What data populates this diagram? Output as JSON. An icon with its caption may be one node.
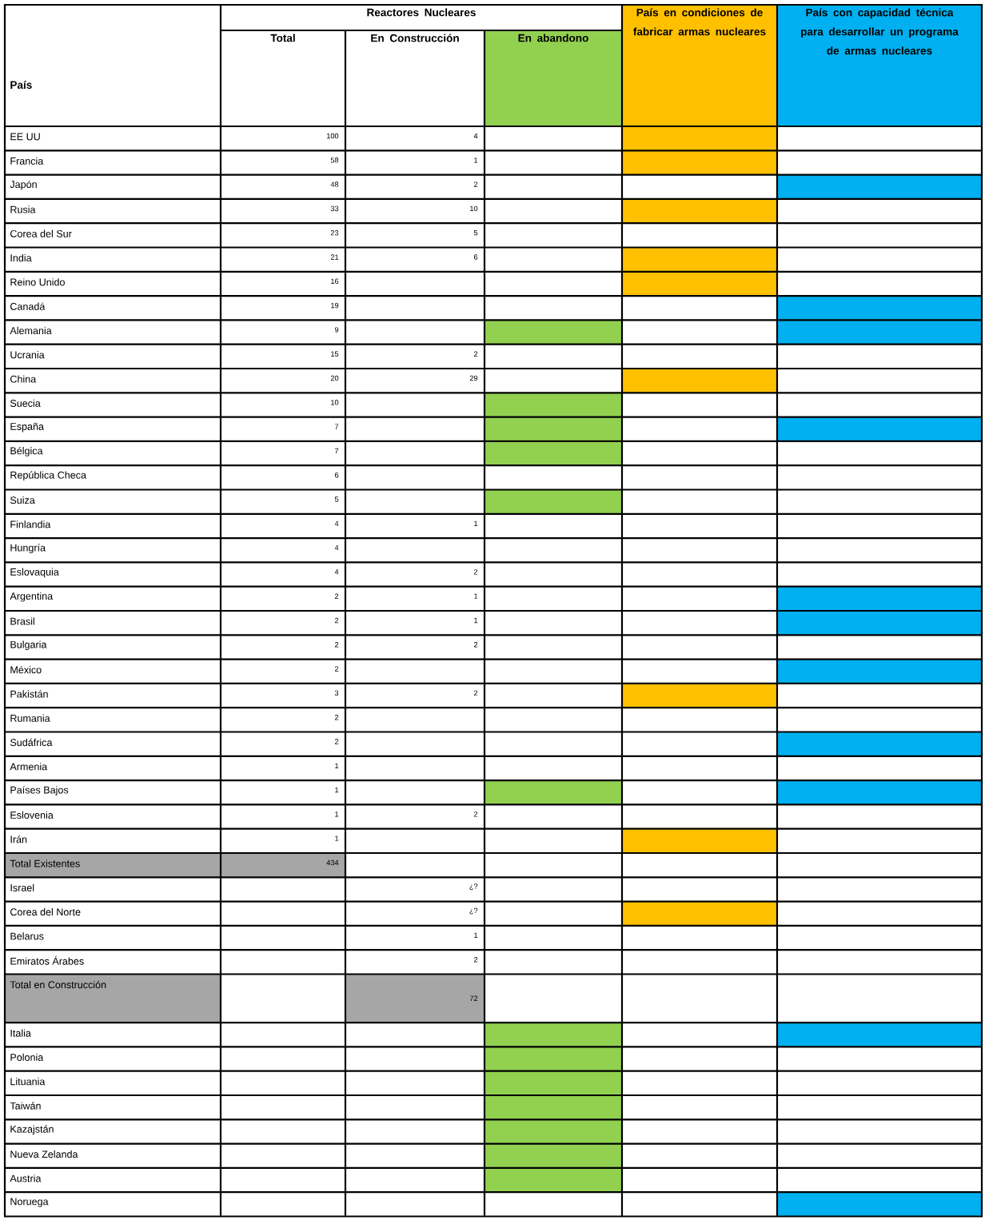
{
  "diagram": {
    "labels": [
      "Reactores Nucleares",
      "País en condiciones de fabricar armas nucleares",
      "País con capacidad técnica para desarrollar un programa de armas nucleares",
      "Total",
      "En Construcción",
      "En abandono",
      "País",
      "EE UU",
      "100",
      "4",
      "Francia",
      "58",
      "1",
      "Japón",
      "48",
      "2",
      "Rusia",
      "33",
      "10",
      "Corea del Sur",
      "23",
      "5",
      "India",
      "21",
      "6",
      "Reino Unido",
      "16",
      "Canadá",
      "19",
      "Alemania",
      "9",
      "Ucrania",
      "15",
      "2",
      "China",
      "20",
      "29",
      "Suecia",
      "10",
      "España",
      "7",
      "Bélgica",
      "7",
      "República Checa",
      "6",
      "Suiza",
      "5",
      "Finlandia",
      "4",
      "1",
      "Hungría",
      "4",
      "Eslovaquia",
      "4",
      "2",
      "Argentina",
      "2",
      "1",
      "Brasil",
      "2",
      "1",
      "Bulgaria",
      "2",
      "2",
      "México",
      "2",
      "Pakistán",
      "3",
      "2",
      "Rumania",
      "2",
      "Sudáfrica",
      "2",
      "Armenia",
      "1",
      "Países Bajos",
      "1",
      "Eslovenia",
      "1",
      "2",
      "Irán",
      "1",
      "Total Existentes",
      "434",
      "Israel",
      "¿?",
      "Corea del Norte",
      "¿?",
      "Belarus",
      "1",
      "Emiratos Árabes",
      "2",
      "Total en Construcción",
      "72",
      "Italia",
      "Polonia",
      "Lituania",
      "Taiwán",
      "Kazajstán",
      "Nueva Zelanda",
      "Austria",
      "Noruega"
    ]
  }
}
